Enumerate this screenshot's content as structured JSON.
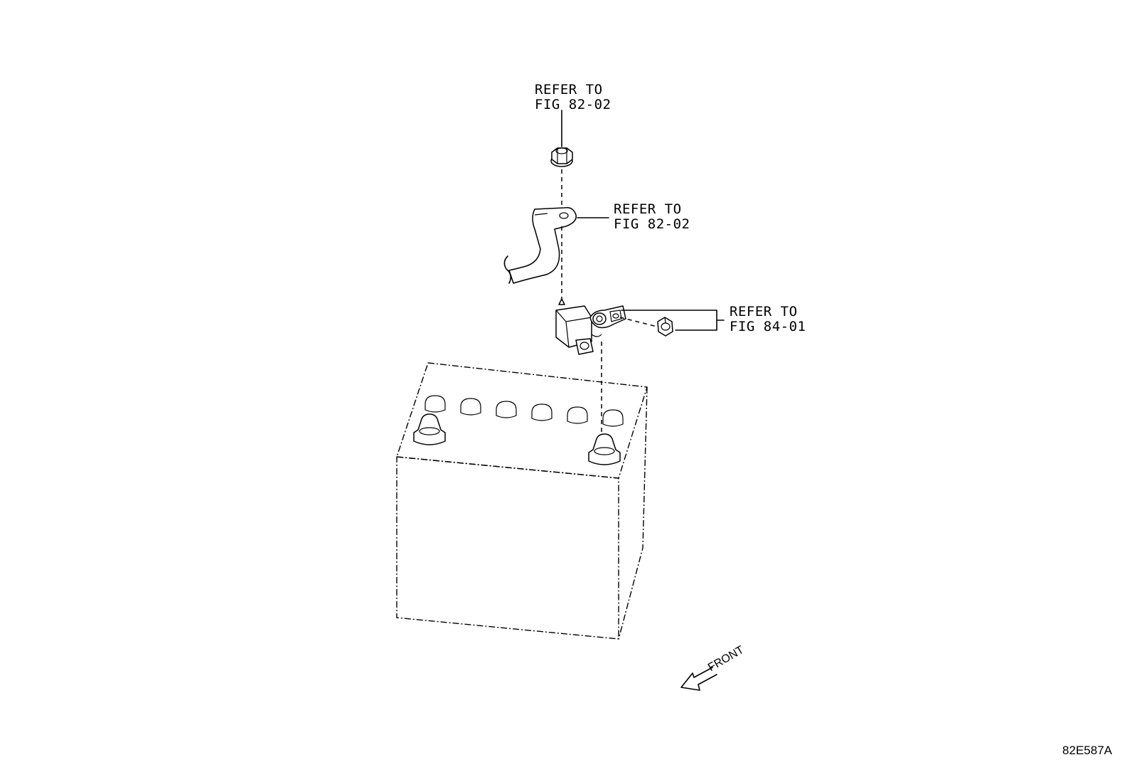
{
  "callouts": [
    {
      "line1": "REFER TO",
      "line2": "FIG 82-02"
    },
    {
      "line1": "REFER TO",
      "line2": "FIG 82-02"
    },
    {
      "line1": "REFER TO",
      "line2": "FIG 84-01"
    }
  ],
  "direction_label": "FRONT",
  "drawing_code": "82E587A",
  "parts": [
    "nut",
    "ground-cable-terminal",
    "battery-current-sensor",
    "bolt",
    "battery"
  ]
}
